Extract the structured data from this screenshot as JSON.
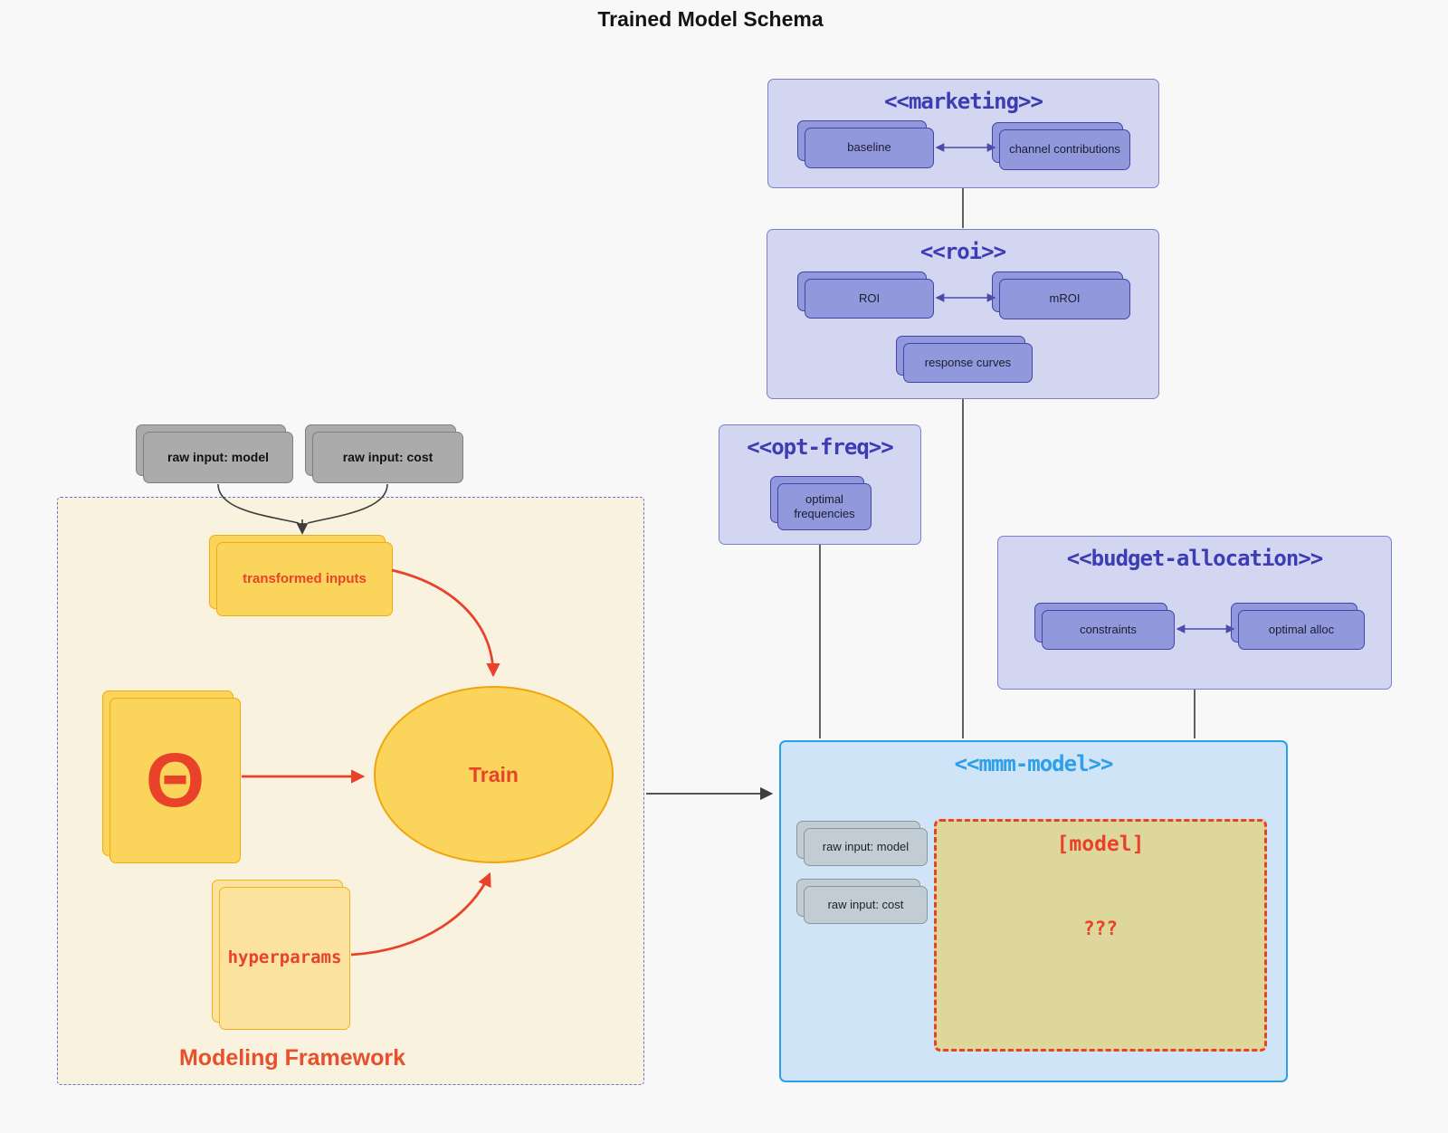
{
  "title": "Trained Model Schema",
  "external_inputs": {
    "raw_input_model": "raw input: model",
    "raw_input_cost": "raw input: cost"
  },
  "framework": {
    "label": "Modeling Framework",
    "transformed_inputs": "transformed inputs",
    "theta": "Θ",
    "train": "Train",
    "hyperparams": "hyperparams"
  },
  "marketing": {
    "title": "<<marketing>>",
    "baseline": "baseline",
    "channel_contributions": "channel contributions"
  },
  "roi": {
    "title": "<<roi>>",
    "roi": "ROI",
    "mroi": "mROI",
    "response_curves": "response curves"
  },
  "opt_freq": {
    "title": "<<opt-freq>>",
    "optimal_frequencies": "optimal frequencies"
  },
  "budget_allocation": {
    "title": "<<budget-allocation>>",
    "constraints": "constraints",
    "optimal_alloc": "optimal alloc"
  },
  "mmm_model": {
    "title": "<<mmm-model>>",
    "raw_input_model": "raw input: model",
    "raw_input_cost": "raw input: cost",
    "model_label": "[model]",
    "model_placeholder": "???"
  },
  "colors": {
    "accent_red": "#e8432a",
    "indigo_title": "#3c3cb4",
    "lavender_fill": "#d3d6f1",
    "purple_node_fill": "#9198dc",
    "purple_node_border": "#4343a8",
    "blue_title": "#2e9fe8",
    "blue_border": "#2aa0e8",
    "blue_fill": "#cfe4f7",
    "yellow_fill": "#fbd45c",
    "yellow_border": "#f2ab0e",
    "light_yellow_fill": "#fbe39e",
    "khaki_fill": "#ddd79b",
    "cream_fill": "#f9f2df",
    "gray_fill": "#ababab",
    "grayblue_fill": "#c2ccd4"
  }
}
